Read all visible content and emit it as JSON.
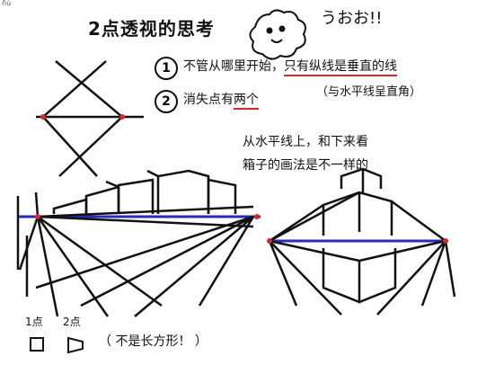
{
  "top_mark": "ñù",
  "title": "2点透视的思考",
  "shout": "うおお!!",
  "rules": [
    {
      "number": "1",
      "before": "不管从哪里开始，",
      "highlight": "只有纵线是垂直的线",
      "after": ""
    },
    {
      "number": "2",
      "before": "消失点有",
      "highlight": "两个",
      "after": ""
    }
  ],
  "rule_paren": "（与水平线呈直角）",
  "note_lines": [
    "从水平线上，和下来看",
    "箱子的画法是不一样的"
  ],
  "bottom_labels": [
    "1点",
    "2点"
  ],
  "bottom_note": "（ 不是长方形！ ）",
  "colors": {
    "ink": "#111111",
    "horizon": "#2a2ab8",
    "accent": "#d8262c"
  }
}
